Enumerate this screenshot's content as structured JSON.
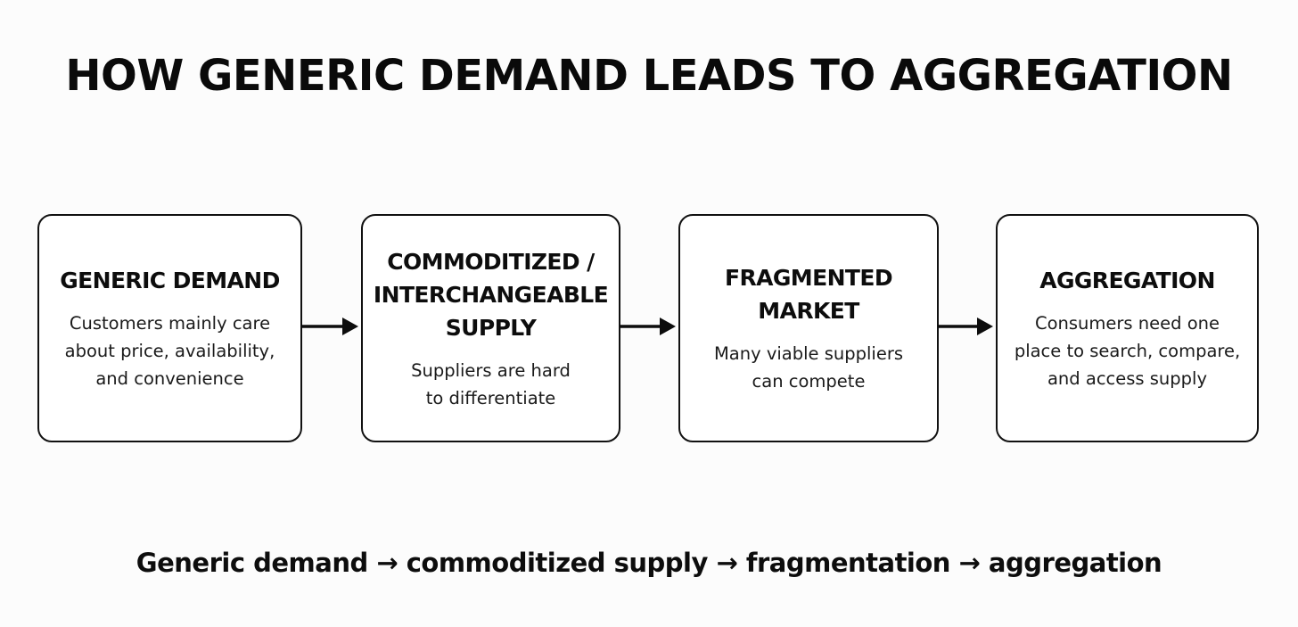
{
  "title": "HOW GENERIC DEMAND LEADS TO AGGREGATION",
  "steps": [
    {
      "heading": "GENERIC DEMAND",
      "body": "Customers mainly care\nabout price, availability,\nand convenience"
    },
    {
      "heading": "COMMODITIZED /\nINTERCHANGEABLE\nSUPPLY",
      "body": "Suppliers are hard\nto differentiate"
    },
    {
      "heading": "FRAGMENTED\nMARKET",
      "body": "Many viable suppliers\ncan compete"
    },
    {
      "heading": "AGGREGATION",
      "body": "Consumers need one\nplace to search, compare,\nand access supply"
    }
  ],
  "summary": "Generic demand → commoditized supply → fragmentation → aggregation",
  "colors": {
    "background": "#fcfcfc",
    "ink": "#0d0d0d",
    "box_fill": "#ffffff"
  }
}
